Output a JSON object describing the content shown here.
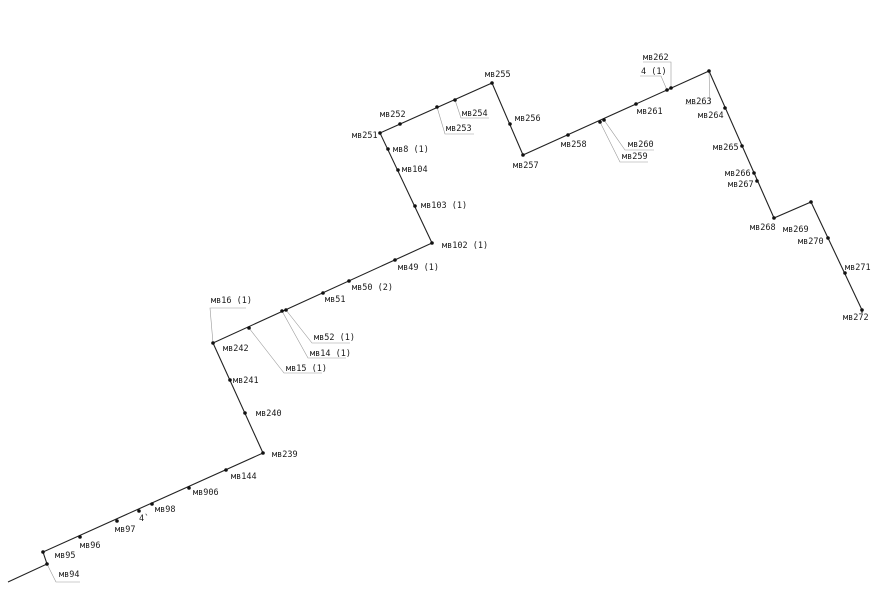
{
  "labels": {
    "p94": "мв94",
    "p95": "мв95",
    "p96": "мв96",
    "p97": "мв97",
    "p4a": "4`",
    "p98": "мв98",
    "p906": "мв906",
    "p144": "мв144",
    "p239": "мв239",
    "p240": "мв240",
    "p241": "мв241",
    "p242": "мв242",
    "p16": "мв16 (1)",
    "p15": "мв15 (1)",
    "p14": "мв14 (1)",
    "p52": "мв52 (1)",
    "p51": "мв51",
    "p50": "мв50 (2)",
    "p49": "мв49 (1)",
    "p102": "мв102 (1)",
    "p103": "мв103 (1)",
    "p104": "мв104",
    "p8": "мв8 (1)",
    "p251": "мв251",
    "p252": "мв252",
    "p253": "мв253",
    "p254": "мв254",
    "p255": "мв255",
    "p256": "мв256",
    "p257": "мв257",
    "p258": "мв258",
    "p259": "мв259",
    "p260": "мв260",
    "p261": "мв261",
    "p262": "мв262",
    "p4b": "4 (1)",
    "p263": "мв263",
    "p264": "мв264",
    "p265": "мв265",
    "p266": "мв266",
    "p267": "мв267",
    "p268": "мв268",
    "p269": "мв269",
    "p270": "мв270",
    "p271": "мв271",
    "p272": "мв272"
  }
}
